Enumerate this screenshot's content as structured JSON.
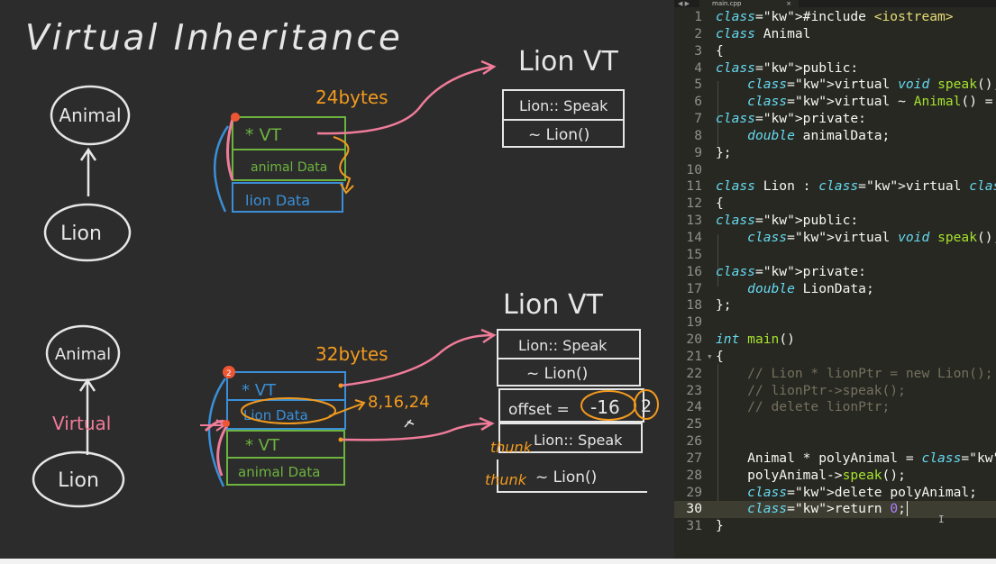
{
  "board": {
    "title": "Virtual Inheritance",
    "top": {
      "base_class": "Animal",
      "derived_class": "Lion",
      "size_note": "24bytes",
      "fields": [
        "* VT",
        "animal Data",
        "lion Data"
      ],
      "vt_title": "Lion VT",
      "vt_entries": [
        "Lion:: Speak",
        "~ Lion()"
      ]
    },
    "bottom": {
      "base_class": "Animal",
      "derived_class": "Lion",
      "edge_label": "Virtual",
      "size_note": "32bytes",
      "offsets_note": "8,16,24",
      "marker": "2",
      "fields": [
        "* VT",
        "Lion Data",
        "* VT",
        "animal Data"
      ],
      "vt_title": "Lion VT",
      "vt_entries": [
        "Lion:: Speak",
        "~ Lion()",
        "offset =",
        "Lion:: Speak",
        "~ Lion()"
      ],
      "offset_value": "-16",
      "offset_circle": "2",
      "thunk_label": "thunk"
    }
  },
  "editor": {
    "nav_arrows": "◀ ▶",
    "tab_name": "main.cpp",
    "tab_close": "×",
    "current_line": 30,
    "lines": [
      "#include <iostream>",
      "class Animal",
      "{",
      "public:",
      "    virtual void speak();",
      "    virtual ~ Animal() = default;",
      "private:",
      "    double animalData;",
      "};",
      "",
      "class Lion : virtual public Animal",
      "{",
      "public:",
      "    virtual void speak();",
      "",
      "private:",
      "    double LionData;",
      "};",
      "",
      "int main()",
      "{",
      "    // Lion * lionPtr = new Lion();",
      "    // lionPtr->speak();",
      "    // delete lionPtr;",
      "",
      "",
      "    Animal * polyAnimal = new Lion();",
      "    polyAnimal->speak();",
      "    delete polyAnimal;",
      "    return 0;",
      "}"
    ]
  },
  "colors": {
    "chalk": "#e6e6e6",
    "green": "#6db33f",
    "blue": "#3a8fd8",
    "orange": "#f29a1e",
    "pink": "#f07c9a",
    "red": "#ee5533"
  }
}
